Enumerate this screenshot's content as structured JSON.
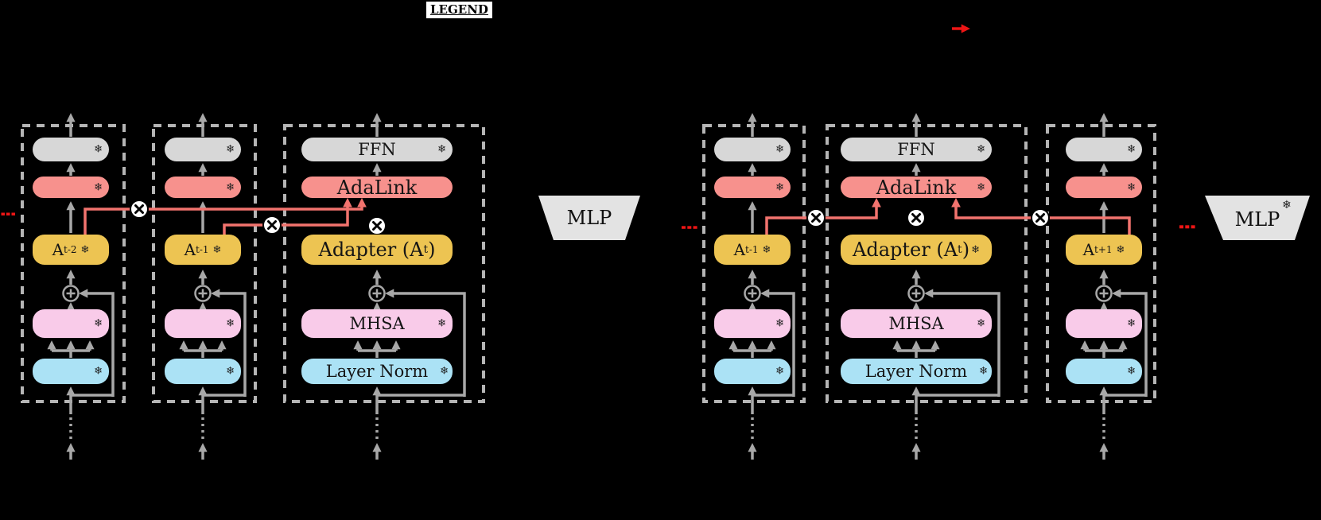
{
  "legend": {
    "title": "LEGEND"
  },
  "icons": {
    "frozen": "❄",
    "multiply": "×",
    "add": "+",
    "ellipsis": "..."
  },
  "colors": {
    "background": "#000000",
    "frozen_box_gray": "#d7d7d7",
    "adalink_salmon": "#f7918d",
    "adapter_yellow": "#edc452",
    "mhsa_pink": "#f9cbe9",
    "layernorm_blue": "#abe2f5",
    "wire_gray": "#a8a8a8",
    "gate_red": "#f2736e",
    "accent_red": "#ec1515",
    "mlp_gray": "#e3e3e3"
  },
  "train_diagram": {
    "block_t_minus_2": {
      "adapter_base": "A",
      "adapter_sup": "t-2"
    },
    "block_t_minus_1": {
      "adapter_base": "A",
      "adapter_sup": "t-1"
    },
    "block_t": {
      "ffn": "FFN",
      "adalink": "AdaLink",
      "adapter_pre": "Adapter (A",
      "adapter_sup": "t",
      "adapter_post": ")",
      "mhsa": "MHSA",
      "layer_norm": "Layer Norm"
    },
    "mlp": "MLP"
  },
  "inference_diagram": {
    "block_t_minus_1": {
      "adapter_base": "A",
      "adapter_sup": "t-1"
    },
    "block_t": {
      "ffn": "FFN",
      "adalink": "AdaLink",
      "adapter_pre": "Adapter (A",
      "adapter_sup": "t",
      "adapter_post": ")",
      "mhsa": "MHSA",
      "layer_norm": "Layer Norm"
    },
    "block_t_plus_1": {
      "adapter_base": "A",
      "adapter_sup": "t+1"
    },
    "mlp": "MLP"
  }
}
